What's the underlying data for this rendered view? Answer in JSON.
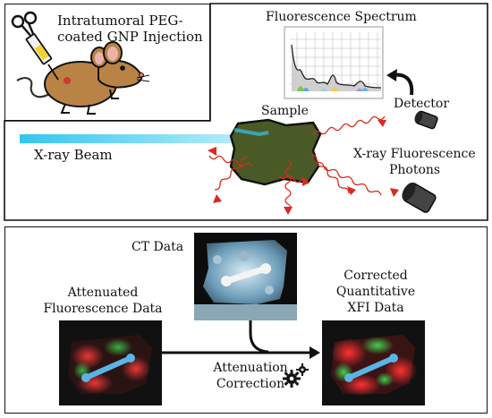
{
  "injection": {
    "label_line1": "Intratumoral PEG-",
    "label_line2": "coated GNP Injection"
  },
  "spectrum": {
    "title": "Fluorescence Spectrum"
  },
  "setup": {
    "sample_label": "Sample",
    "detector_label": "Detector",
    "beam_label": "X-ray Beam",
    "photons_line1": "X-ray Fluorescence",
    "photons_line2": "Photons"
  },
  "processing": {
    "ct_label": "CT Data",
    "attenuated_line1": "Attenuated",
    "attenuated_line2": "Fluorescence Data",
    "corrected_line1": "Corrected",
    "corrected_line2": "Quantitative",
    "corrected_line3": "XFI Data",
    "correction_line1": "Attenuation",
    "correction_line2": "Correction"
  },
  "colors": {
    "beam": "#33c6ee",
    "photon_arrow": "#d82a1e",
    "sample_fill": "#4a5a26",
    "mouse_fill": "#b98346",
    "gear": "#111111"
  }
}
